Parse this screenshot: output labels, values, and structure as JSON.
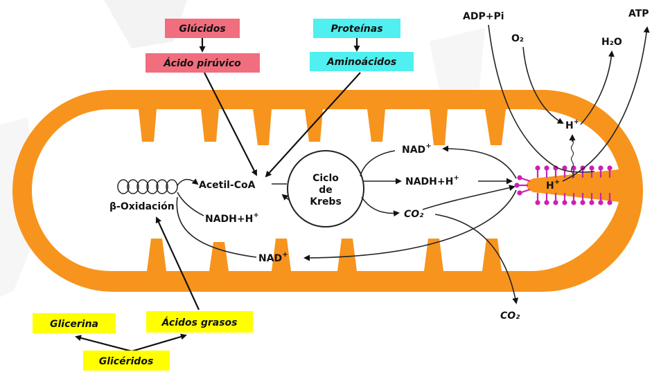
{
  "boxes": {
    "glucidos": "Glúcidos",
    "acido_piruvico": "Ácido pirúvico",
    "proteinas": "Proteínas",
    "aminoacidos": "Aminoácidos",
    "glicerina": "Glicerina",
    "acidos_grasos": "Ácidos grasos",
    "gliceridos": "Glicéridos"
  },
  "labels": {
    "acetil_coa": "Acetil-CoA",
    "ciclo": "Ciclo",
    "de": "de",
    "krebs": "Krebs",
    "beta_oxidacion": "β-Oxidación",
    "nadh_left": "NADH+H",
    "nad_top": "NAD",
    "nadh_right": "NADH+H",
    "co2_inner": "CO₂",
    "nad_bottom": "NAD",
    "co2_outer": "CO₂",
    "adp_pi": "ADP+Pi",
    "o2": "O₂",
    "h2o": "H₂O",
    "atp": "ATP",
    "h_plus_top": "H",
    "h_plus_inner": "H",
    "plus": "+"
  },
  "colors": {
    "membrane": "#F7941D",
    "membrane_dark": "#E07F10",
    "glucid_box": "#F06E7E",
    "protein_box": "#4FF0EF",
    "lipid_box": "#FFFF00",
    "synthase": "#CC1FB5",
    "background": "#ffffff"
  }
}
